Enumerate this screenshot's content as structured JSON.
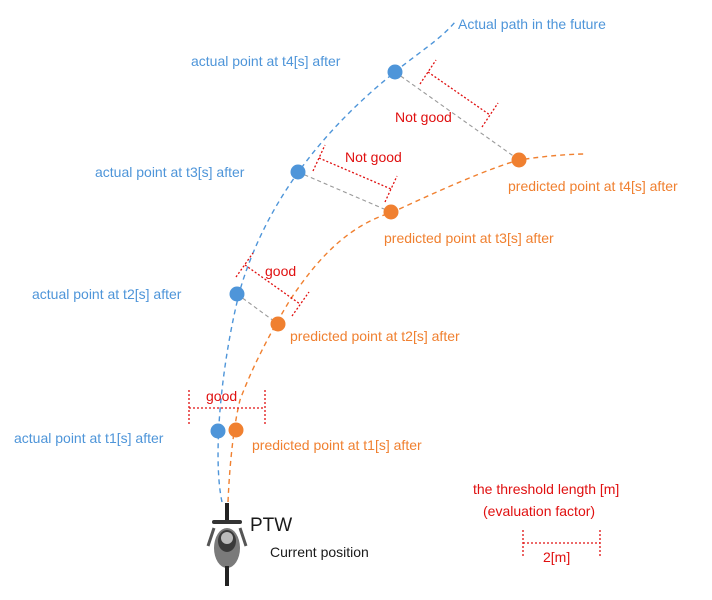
{
  "colors": {
    "actual": "#4E95D9",
    "predicted": "#F08030",
    "threshold": "#E01010",
    "connector": "#9A9A9A",
    "text_dark": "#1A1A1A",
    "bg": "#FFFFFF"
  },
  "labels": {
    "actual_path": "Actual path in the future",
    "actual_t1": "actual point at t1[s] after",
    "actual_t2": "actual point at t2[s] after",
    "actual_t3": "actual point at t3[s] after",
    "actual_t4": "actual point at t4[s] after",
    "predicted_t1": "predicted point at t1[s] after",
    "predicted_t2": "predicted point at t2[s] after",
    "predicted_t3": "predicted point at t3[s] after",
    "predicted_t4": "predicted point at t4[s] after",
    "eval_t1": "good",
    "eval_t2": "good",
    "eval_t3": "Not good",
    "eval_t4": "Not good",
    "vehicle": "PTW",
    "current_position": "Current position",
    "threshold_title_1": "the threshold length [m]",
    "threshold_title_2": "(evaluation factor)",
    "threshold_value": "2[m]"
  },
  "icons": {
    "vehicle": "motorcycle-rider-icon"
  }
}
